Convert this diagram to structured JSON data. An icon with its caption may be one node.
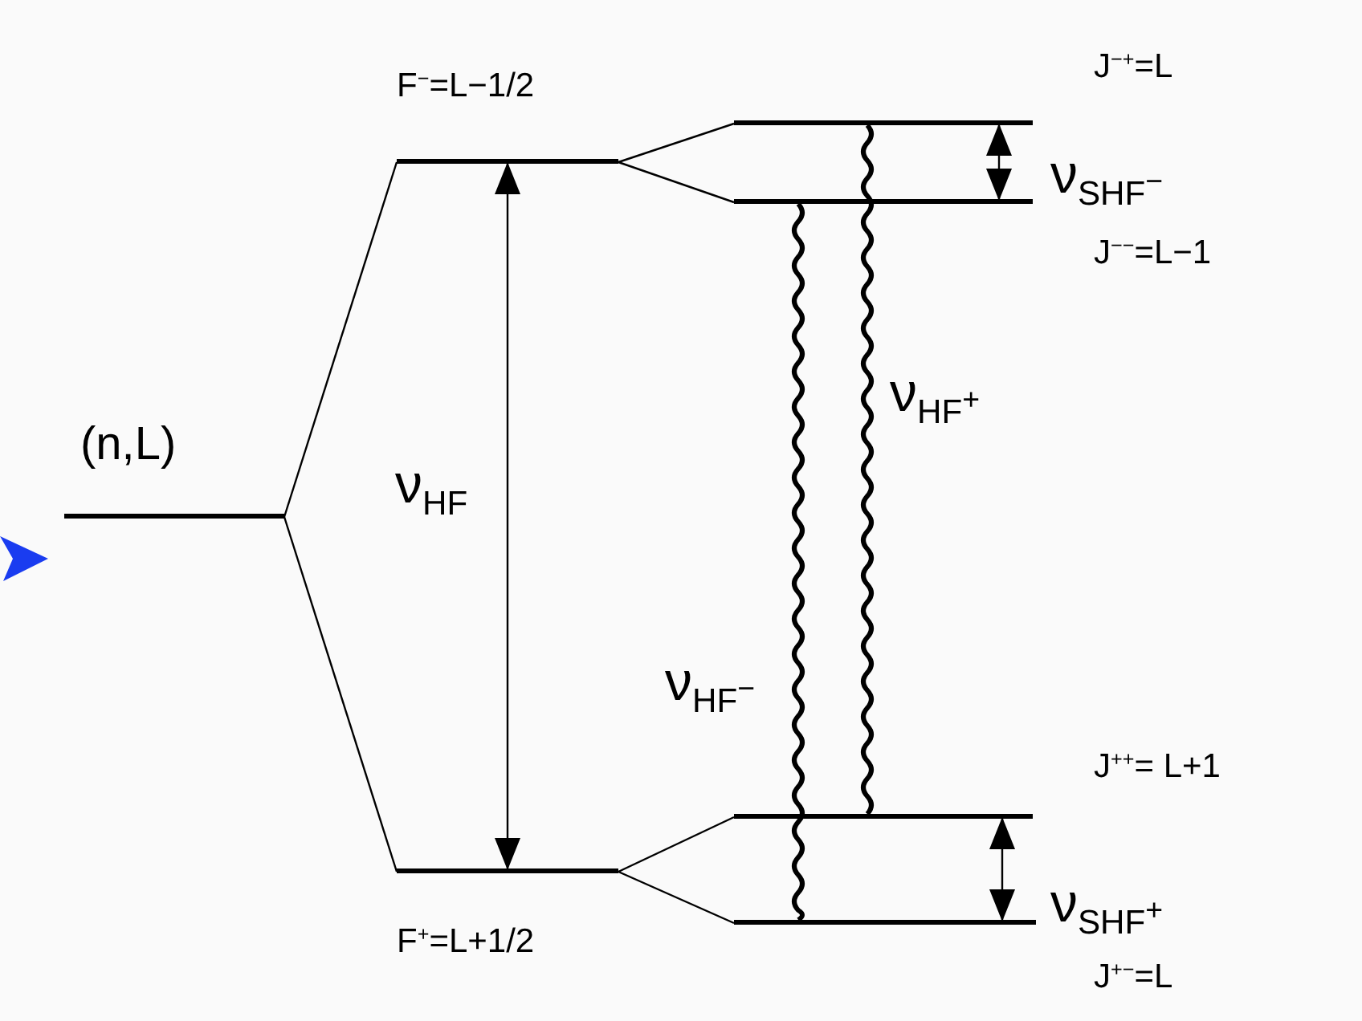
{
  "diagram": {
    "nodes": [
      {
        "text": [
          "(n,L)"
        ]
      },
      {
        "text": [
          "F$^{−}$=L−1/2"
        ]
      },
      {
        "text": [
          "F$^{+}$=L+1/2"
        ]
      },
      {
        "text": [
          "J$^{−+}$=L"
        ]
      },
      {
        "text": [
          "J$^{−−}$=L−1"
        ]
      },
      {
        "text": [
          "J$^{++}$= L+1"
        ]
      },
      {
        "text": [
          "J$^{+−}$=L"
        ]
      }
    ],
    "edges": [
      {
        "from": 0,
        "to": 1,
        "arrow": "none"
      },
      {
        "from": 0,
        "to": 2,
        "arrow": "none"
      },
      {
        "from": 1,
        "to": 3,
        "arrow": "none"
      },
      {
        "from": 1,
        "to": 4,
        "arrow": "none"
      },
      {
        "from": 2,
        "to": 5,
        "arrow": "none"
      },
      {
        "from": 2,
        "to": 6,
        "arrow": "none"
      },
      {
        "from": 1,
        "to": 2,
        "arrow": "both",
        "label": "ν$_{HF}$"
      },
      {
        "from": 3,
        "to": 4,
        "arrow": "both",
        "label": "ν$_{SHF}$$^{−}$"
      },
      {
        "from": 5,
        "to": 6,
        "arrow": "both",
        "label": "ν$_{SHF}$$^{+}$"
      },
      {
        "from": 3,
        "to": 5,
        "arrow": "none",
        "label": "ν$_{HF}$$^{+}$",
        "style": "thick"
      },
      {
        "from": 4,
        "to": 6,
        "arrow": "none",
        "label": "ν$_{HF}$$^{−}$",
        "style": "thick"
      }
    ]
  }
}
